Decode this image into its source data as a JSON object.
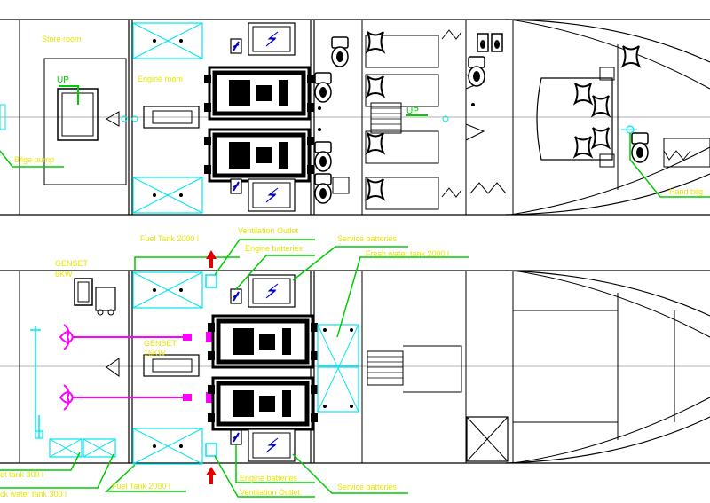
{
  "upper_deck": {
    "store_room": "Store room",
    "up_left": "UP",
    "engine_room": "Engine room",
    "up_center": "UP",
    "bilge_pump": "Bilge pump",
    "hand_bilge": "Hand bilg"
  },
  "lower_deck": {
    "fuel_tank_top": "Fuel Tank 2000 l",
    "ventilation_top": "Ventilation Outlet",
    "engine_batteries_top": "Engine batteries",
    "service_batteries_top": "Service batteries",
    "fresh_water": "Fresh water tank 2000 l",
    "genset_6kw_1": "GENSET",
    "genset_6kw_2": "6KW",
    "genset_16kw_1": "GENSET",
    "genset_16kw_2": "16KW",
    "grey_tank": "et tank 300 l",
    "black_tank": "ck water tank 300 l",
    "fuel_tank_bottom": "Fuel Tank 2000 l",
    "engine_batteries_bottom": "Engine batteries",
    "ventilation_bottom": "Ventilation Outlet",
    "service_batteries_bottom": "Service batteries"
  },
  "colors": {
    "structure": "#000000",
    "label": "#e6e600",
    "leader": "#00cc00",
    "tank": "#00e5ee",
    "shaft": "#ff00ff",
    "vent_arrow": "#e00000",
    "battery": "#0000cc"
  }
}
